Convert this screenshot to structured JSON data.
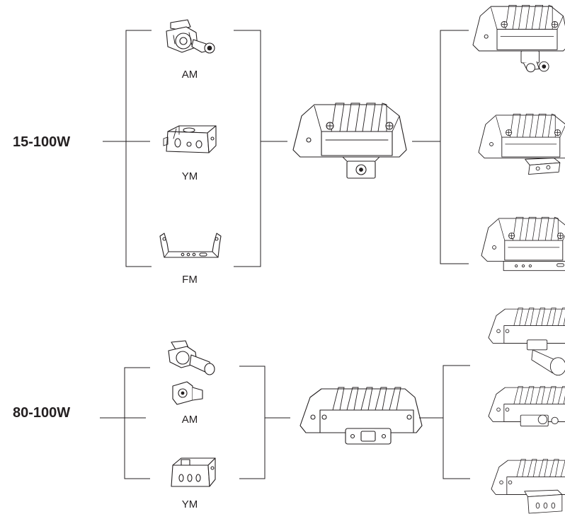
{
  "groups": [
    {
      "wattage": "15-100W",
      "mounts": [
        "AM",
        "YM",
        "FM"
      ]
    },
    {
      "wattage": "80-100W",
      "mounts": [
        "AM",
        "YM"
      ]
    }
  ]
}
